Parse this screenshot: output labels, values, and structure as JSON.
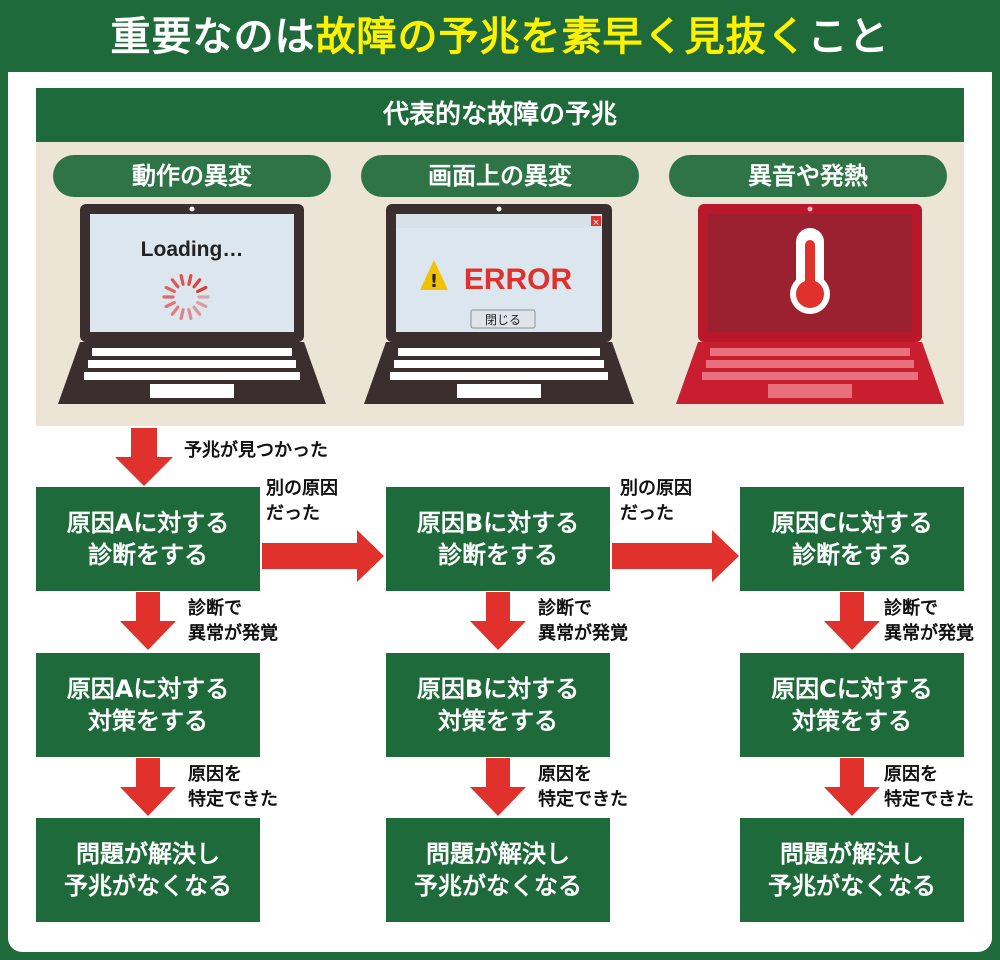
{
  "title": {
    "part1": "重要なのは",
    "part2": "故障の予兆を素早く見抜く",
    "part3": "こと"
  },
  "omen_header": "代表的な故障の予兆",
  "omens": [
    {
      "label": "動作の異変",
      "screen_text": "Loading…"
    },
    {
      "label": "画面上の異変",
      "screen_text": "ERROR",
      "dialog_button": "閉じる"
    },
    {
      "label": "異音や発熱"
    }
  ],
  "arrow_labels": {
    "found": "予兆が見つかった",
    "other_cause_line1": "別の原因",
    "other_cause_line2": "だった",
    "diag_line1": "診断で",
    "diag_line2": "異常が発覚",
    "cause_line1": "原因を",
    "cause_line2": "特定できた"
  },
  "columns": [
    {
      "diagnose": {
        "line1": "原因Aに対する",
        "line2": "診断をする"
      },
      "measure": {
        "line1": "原因Aに対する",
        "line2": "対策をする"
      },
      "resolve": {
        "line1": "問題が解決し",
        "line2": "予兆がなくなる"
      }
    },
    {
      "diagnose": {
        "line1": "原因Bに対する",
        "line2": "診断をする"
      },
      "measure": {
        "line1": "原因Bに対する",
        "line2": "対策をする"
      },
      "resolve": {
        "line1": "問題が解決し",
        "line2": "予兆がなくなる"
      }
    },
    {
      "diagnose": {
        "line1": "原因Cに対する",
        "line2": "診断をする"
      },
      "measure": {
        "line1": "原因Cに対する",
        "line2": "対策をする"
      },
      "resolve": {
        "line1": "問題が解決し",
        "line2": "予兆がなくなる"
      }
    }
  ],
  "colors": {
    "green": "#1f6a3a",
    "arrow_red": "#e0312c",
    "highlight_yellow": "#fff200",
    "beige": "#ece4d4"
  }
}
